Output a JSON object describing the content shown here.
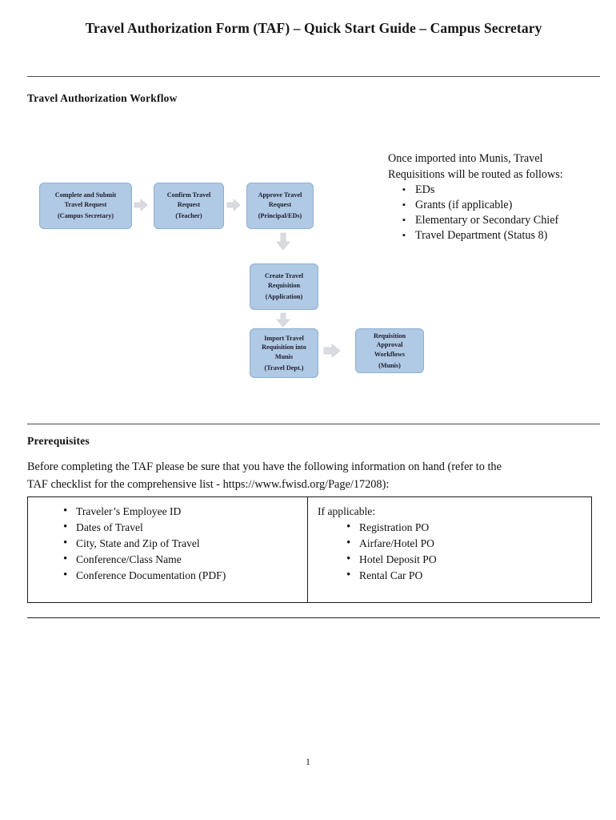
{
  "document": {
    "title": "Travel Authorization Form (TAF) – Quick Start Guide – Campus Secretary",
    "page_number": "1"
  },
  "sections": {
    "workflow_heading": "Travel Authorization Workflow",
    "prerequisites_heading": "Prerequisites"
  },
  "workflow": {
    "boxes": [
      {
        "line1": "Complete and Submit",
        "line2": "Travel Request",
        "line3": "",
        "role": "(Campus Secretary)"
      },
      {
        "line1": "Confirm Travel",
        "line2": "Request",
        "line3": "",
        "role": "(Teacher)"
      },
      {
        "line1": "Approve Travel",
        "line2": "Request",
        "line3": "",
        "role": "(Principal/EDs)"
      },
      {
        "line1": "Create Travel",
        "line2": "Requisition",
        "line3": "",
        "role": "(Application)"
      },
      {
        "line1": "Import Travel",
        "line2": "Requisition into",
        "line3": "Munis",
        "role": "(Travel Dept.)"
      },
      {
        "line1": "Requisition",
        "line2": "Approval",
        "line3": "Workflows",
        "role": "(Munis)"
      }
    ]
  },
  "routing": {
    "intro_line1": "Once imported into Munis, Travel",
    "intro_line2": "Requisitions will be routed as follows:",
    "items": [
      "EDs",
      "Grants (if applicable)",
      "Elementary or Secondary Chief",
      "Travel Department (Status 8)"
    ]
  },
  "prerequisites": {
    "paragraph_line1": "Before completing the TAF please be sure that you have the following information on hand (refer to the",
    "paragraph_line2": "TAF checklist for the comprehensive list - https://www.fwisd.org/Page/17208):",
    "left_items": [
      "Traveler’s Employee ID",
      "Dates of Travel",
      "City, State and Zip of Travel",
      "Conference/Class Name",
      "Conference Documentation (PDF)"
    ],
    "right_lead": "If applicable:",
    "right_items": [
      "Registration PO",
      "Airfare/Hotel PO",
      "Hotel Deposit PO",
      "Rental Car PO"
    ]
  },
  "colors": {
    "box_fill": "#b0c9e4",
    "box_border": "#8fb0d4",
    "arrow_fill": "#d6d9dd",
    "rule": "#4a4a4a"
  }
}
